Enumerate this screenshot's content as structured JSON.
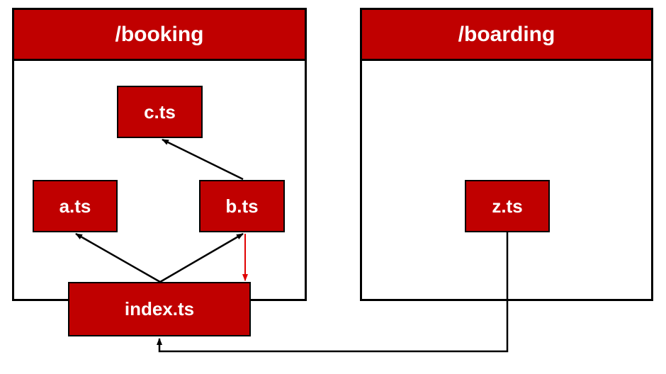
{
  "panels": {
    "booking": {
      "title": "/booking"
    },
    "boarding": {
      "title": "/boarding"
    }
  },
  "nodes": {
    "c": "c.ts",
    "a": "a.ts",
    "b": "b.ts",
    "z": "z.ts",
    "index": "index.ts"
  },
  "colors": {
    "node_fill": "#c00000",
    "edge": "#000000",
    "violation_edge": "#e00000"
  }
}
